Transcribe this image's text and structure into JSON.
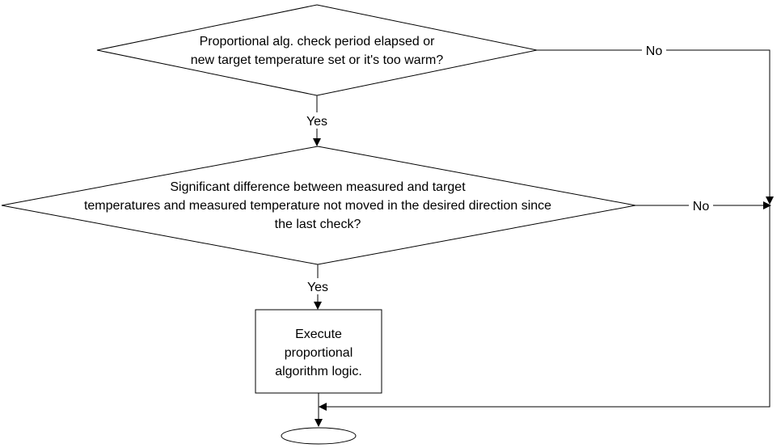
{
  "diagram": {
    "decision1": {
      "lines": [
        "Proportional alg. check period elapsed or",
        "new target temperature set or it's too warm?"
      ]
    },
    "decision2": {
      "lines": [
        "Significant difference between measured and target",
        "temperatures and measured temperature not moved in the desired direction since",
        "the last check?"
      ]
    },
    "process": {
      "lines": [
        "Execute",
        "proportional",
        "algorithm logic."
      ]
    },
    "edges": {
      "d1_yes": "Yes",
      "d1_no": "No",
      "d2_yes": "Yes",
      "d2_no": "No"
    }
  }
}
